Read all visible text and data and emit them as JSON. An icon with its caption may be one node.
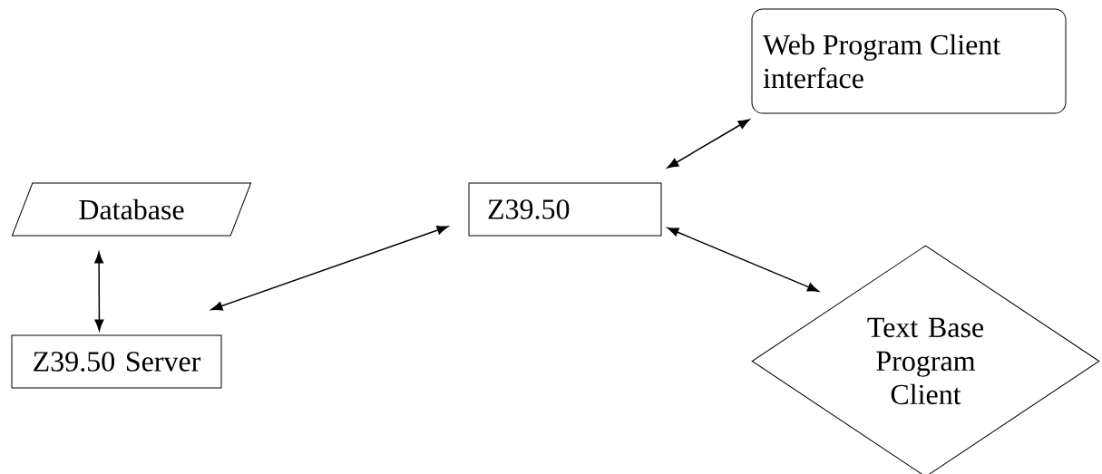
{
  "diagram": {
    "nodes": [
      {
        "text": [
          "Database"
        ]
      },
      {
        "text": [
          "Z39.50 Server"
        ]
      },
      {
        "text": [
          "Z39.50"
        ]
      },
      {
        "text": [
          "Web Program Client interface"
        ]
      },
      {
        "text": [
          "Text Base Program Client"
        ]
      }
    ],
    "edges": [
      {
        "from": 0,
        "to": 1,
        "arrow": "both"
      },
      {
        "from": 1,
        "to": 2,
        "arrow": "both"
      },
      {
        "from": 2,
        "to": 3,
        "arrow": "both"
      },
      {
        "from": 2,
        "to": 4,
        "arrow": "both"
      }
    ]
  }
}
